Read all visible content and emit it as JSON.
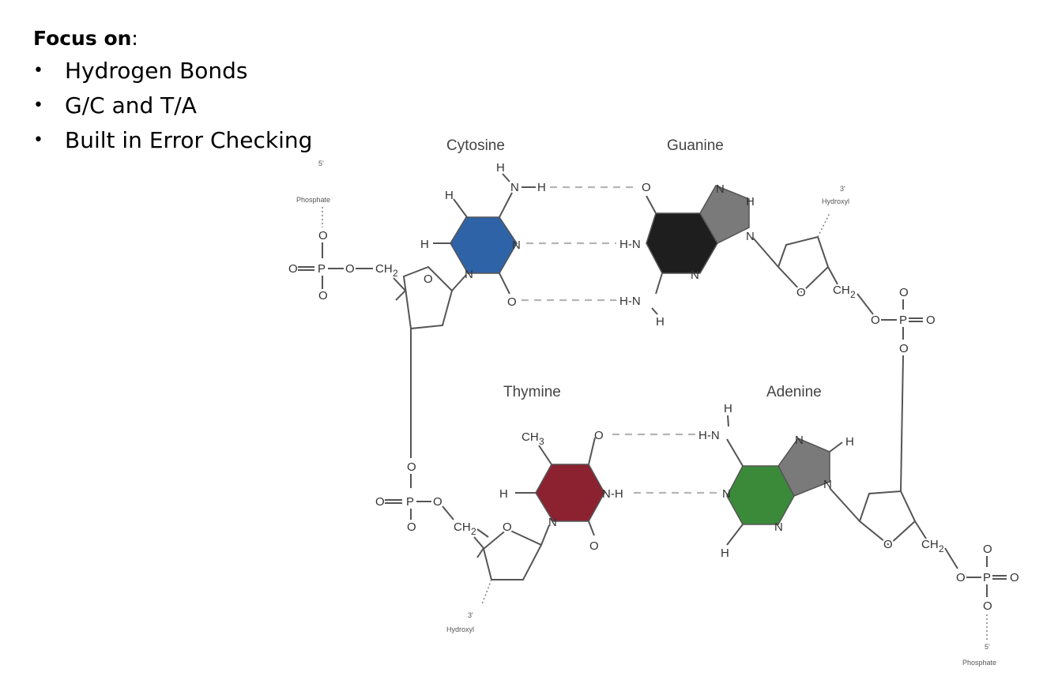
{
  "focus": {
    "heading": "Focus on",
    "colon": ":",
    "items": [
      "Hydrogen Bonds",
      "G/C and T/A",
      "Built in Error Checking"
    ]
  },
  "diagram": {
    "labels": {
      "cytosine": "Cytosine",
      "guanine": "Guanine",
      "thymine": "Thymine",
      "adenine": "Adenine"
    },
    "end_labels": {
      "five_prime": "5'",
      "three_prime": "3'",
      "phosphate": "Phosphate",
      "hydroxyl": "Hydroxyl"
    },
    "colors": {
      "cytosine": "#2e63a8",
      "guanine": "#1e1e1e",
      "thymine": "#8c2230",
      "adenine": "#3a8a3a",
      "purine_five_ring": "#7a7a7a"
    }
  }
}
